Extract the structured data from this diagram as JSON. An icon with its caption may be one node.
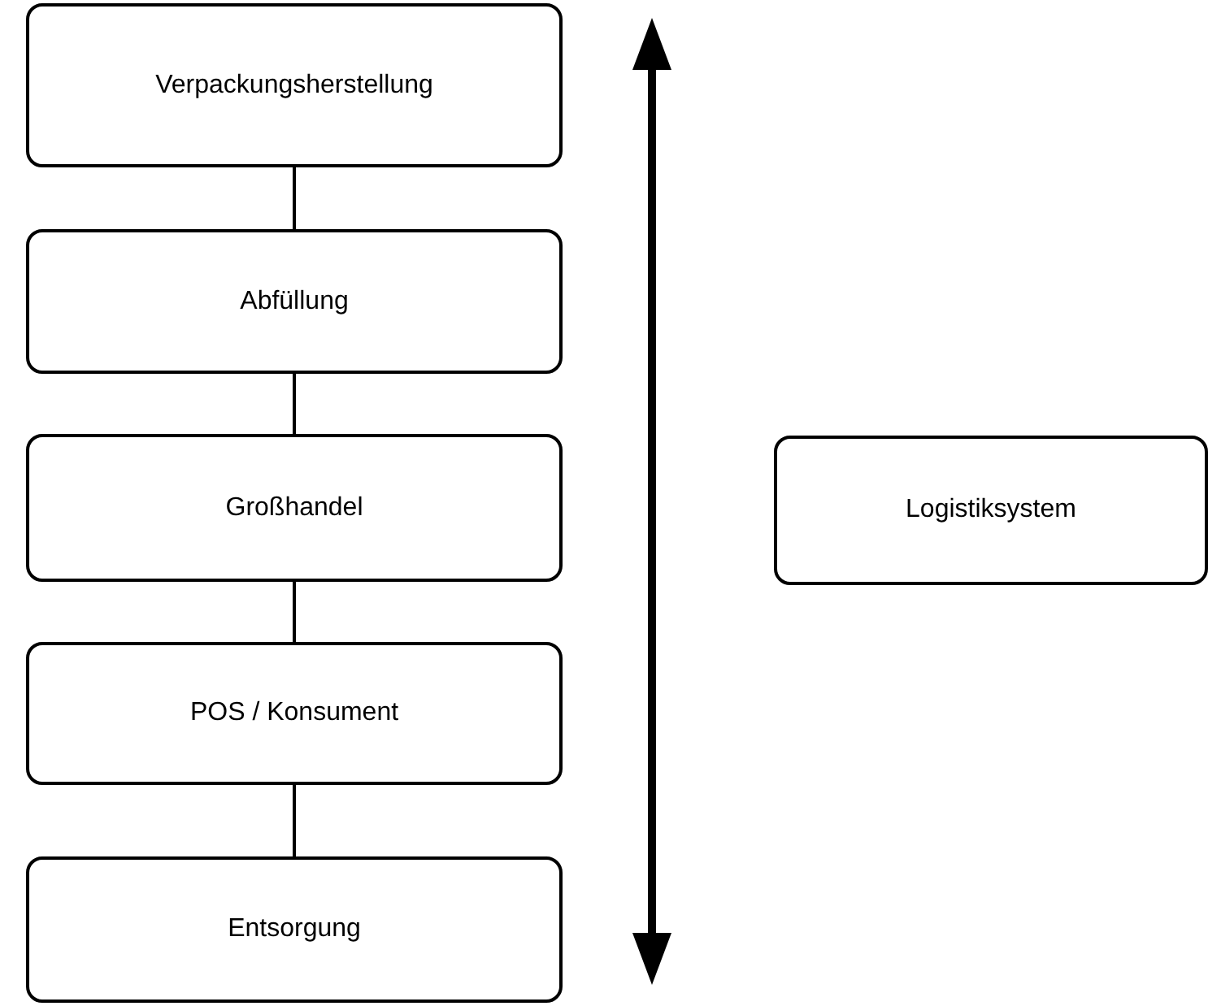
{
  "diagram": {
    "nodes": [
      {
        "text": [
          "Verpackungsherstellung"
        ]
      },
      {
        "text": [
          "Abfüllung"
        ]
      },
      {
        "text": [
          "Großhandel"
        ]
      },
      {
        "text": [
          "POS / Konsument"
        ]
      },
      {
        "text": [
          "Entsorgung"
        ]
      },
      {
        "text": [
          "Logistiksystem"
        ]
      }
    ],
    "edges": [
      {
        "from": 0,
        "to": 1,
        "arrow": "none"
      },
      {
        "from": 1,
        "to": 2,
        "arrow": "none"
      },
      {
        "from": 2,
        "to": 3,
        "arrow": "none"
      },
      {
        "from": 3,
        "to": 4,
        "arrow": "none"
      }
    ]
  }
}
